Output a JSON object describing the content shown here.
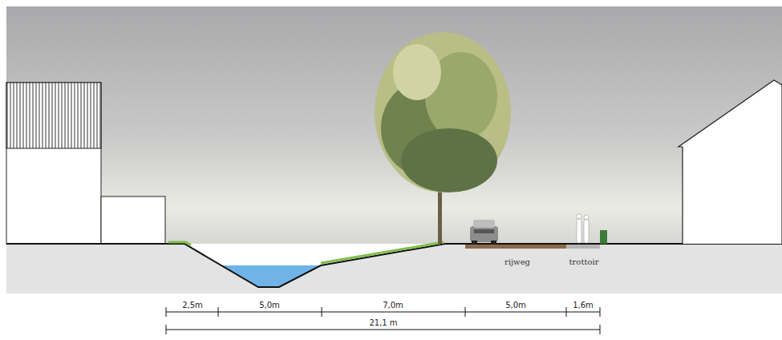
{
  "diagram": {
    "labels": [
      "rijweg",
      "trottoir",
      "2,5m",
      "5,0m",
      "7,0m",
      "5,0m",
      "1,6m",
      "21,1 m"
    ]
  }
}
